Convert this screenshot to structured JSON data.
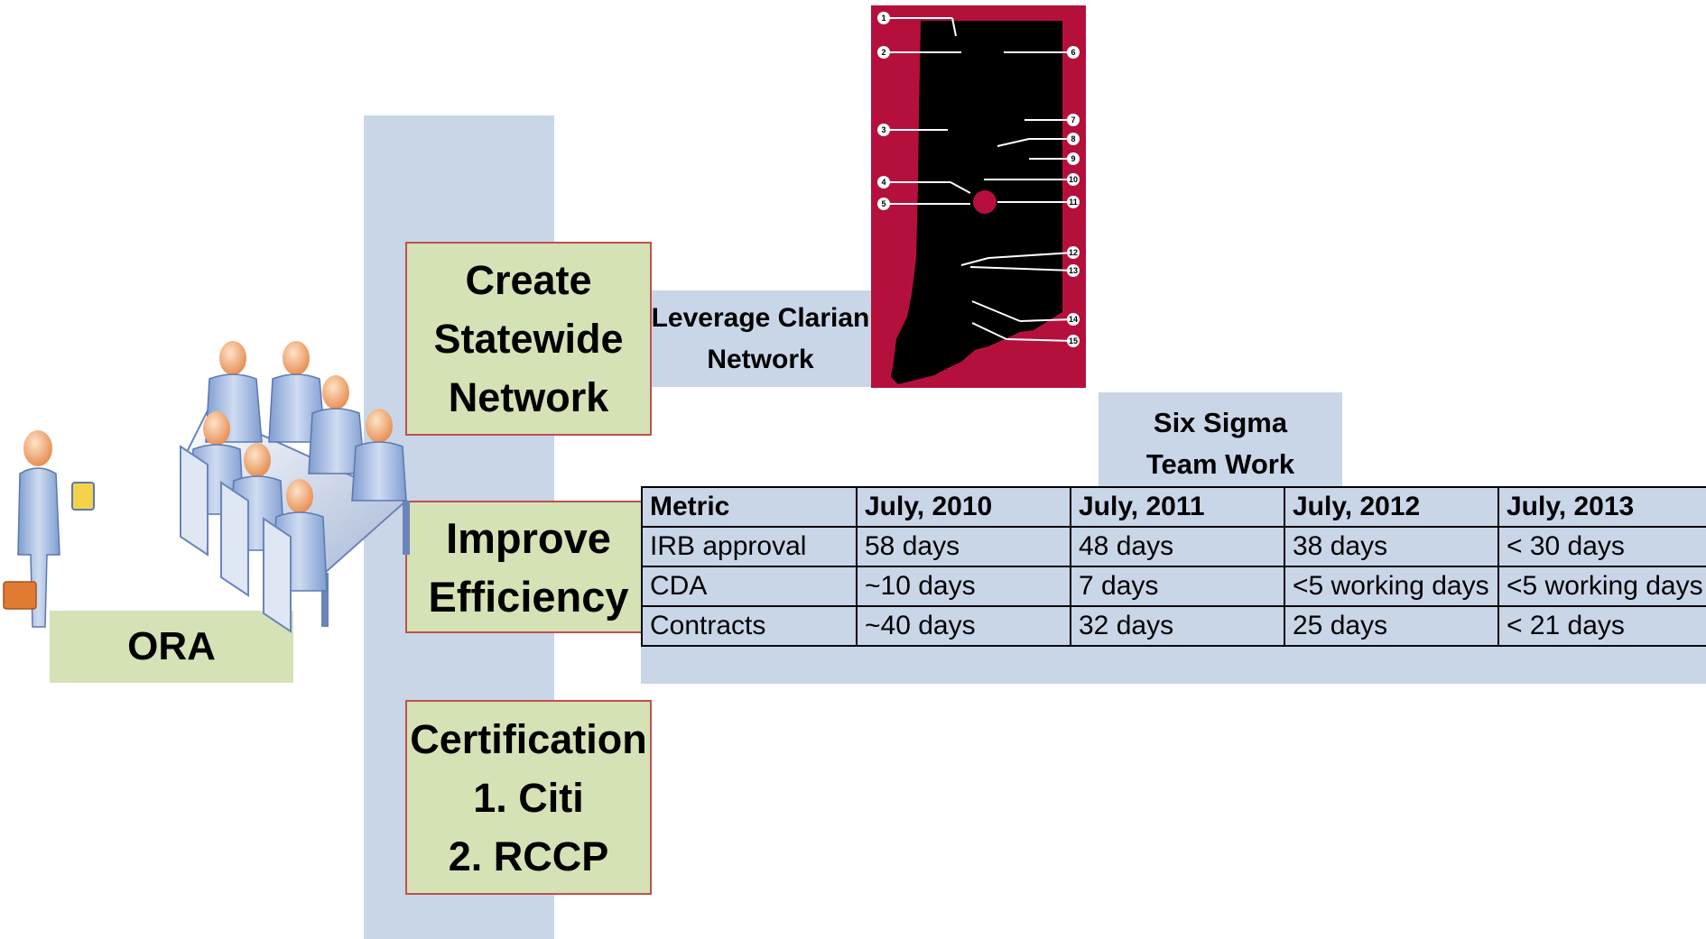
{
  "ora_label": "ORA",
  "statewide_box": "Create\nStatewide\nNetwork",
  "efficiency_box": "Improve\nEfficiency",
  "certification_box": "Certification\n1. Citi\n2. RCCP",
  "clarian_label": "Leverage Clarian\nNetwork",
  "six_sigma_label": "Six Sigma\nTeam Work",
  "map_markers": [
    "1",
    "2",
    "3",
    "4",
    "5",
    "6",
    "7",
    "8",
    "9",
    "10",
    "11",
    "12",
    "13",
    "14",
    "15"
  ],
  "colors": {
    "band": "#c9d6e8",
    "box_fill": "#d5e2b5",
    "box_border": "#c0504d",
    "map_bg": "#b5103c"
  },
  "table": {
    "headers": [
      "Metric",
      "July, 2010",
      "July, 2011",
      "July, 2012",
      "July, 2013"
    ],
    "rows": [
      [
        "IRB approval",
        "58 days",
        "48 days",
        "38 days",
        "< 30 days"
      ],
      [
        "CDA",
        "~10 days",
        "7 days",
        "<5 working days",
        "<5 working days"
      ],
      [
        "Contracts",
        "~40 days",
        "32 days",
        "25 days",
        "< 21 days"
      ]
    ]
  }
}
